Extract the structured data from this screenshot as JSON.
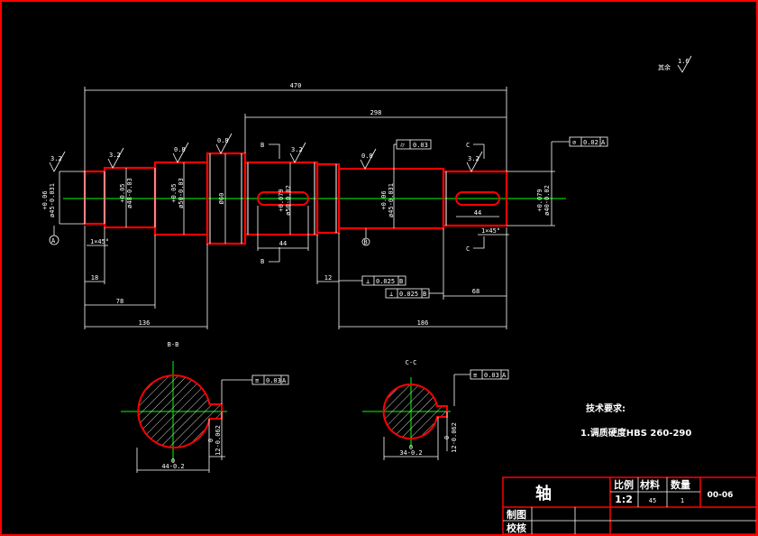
{
  "part_name": "轴",
  "title_block": {
    "scale_label": "比例",
    "material_label": "材料",
    "quantity_label": "数量",
    "scale": "1:2",
    "material": "45",
    "quantity": "1",
    "drawing_no": "00-06",
    "drawn_by_label": "制图",
    "checked_by_label": "校核"
  },
  "tech_requirements": {
    "title": "技术要求:",
    "items": [
      "1.调质硬度HBS  260-290"
    ]
  },
  "surface_finish": {
    "other_label": "其余",
    "other_value": "1.6",
    "symbols": [
      "3.2",
      "3.2",
      "0.8",
      "0.8",
      "3.2",
      "0.8",
      "3.2"
    ]
  },
  "dimensions": {
    "total_length": "470",
    "length_298": "298",
    "len_18": "18",
    "len_78": "78",
    "len_136": "136",
    "len_12": "12",
    "len_68": "68",
    "len_186": "186",
    "keyway_left": "44",
    "keyway_right": "44",
    "chamfer_left": "1×45°",
    "chamfer_right": "1×45°",
    "dia_60": "Ø60",
    "dia_45_left": "ø45-0.031",
    "dia_45_left_tol": "+0.06",
    "dia_48": "ø48-0.03",
    "dia_48_tol": "+0.05",
    "dia_50_left": "ø50-0.03",
    "dia_50_left_tol": "+0.05",
    "dia_50_mid": "ø50-0.02",
    "dia_50_mid_tol": "+0.079",
    "dia_45_right": "ø45-0.031",
    "dia_45_right_tol": "+0.06",
    "dia_40": "ø40-0.02",
    "dia_40_tol": "+0.079"
  },
  "tolerances": {
    "cylindricity": "0.03",
    "runout_value": "0.02",
    "runout_ref": "A",
    "perp1_value": "0.025",
    "perp1_ref": "B",
    "perp2_value": "0.025",
    "perp2_ref": "B",
    "sym_b_value": "0.03",
    "sym_b_ref": "A",
    "sym_c_value": "0.03",
    "sym_c_ref": "A"
  },
  "datums": {
    "a": "A",
    "b": "B"
  },
  "sections": {
    "bb_label": "B-B",
    "cc_label": "C-C",
    "b_mark": "B",
    "c_mark": "C",
    "bb_width": "44-0.2",
    "bb_key": "12-0.062",
    "bb_key_top": "0",
    "bb_width_top": "0",
    "cc_width": "34-0.2",
    "cc_key": "12-0.062",
    "cc_key_top": "0",
    "cc_width_top": "0"
  }
}
